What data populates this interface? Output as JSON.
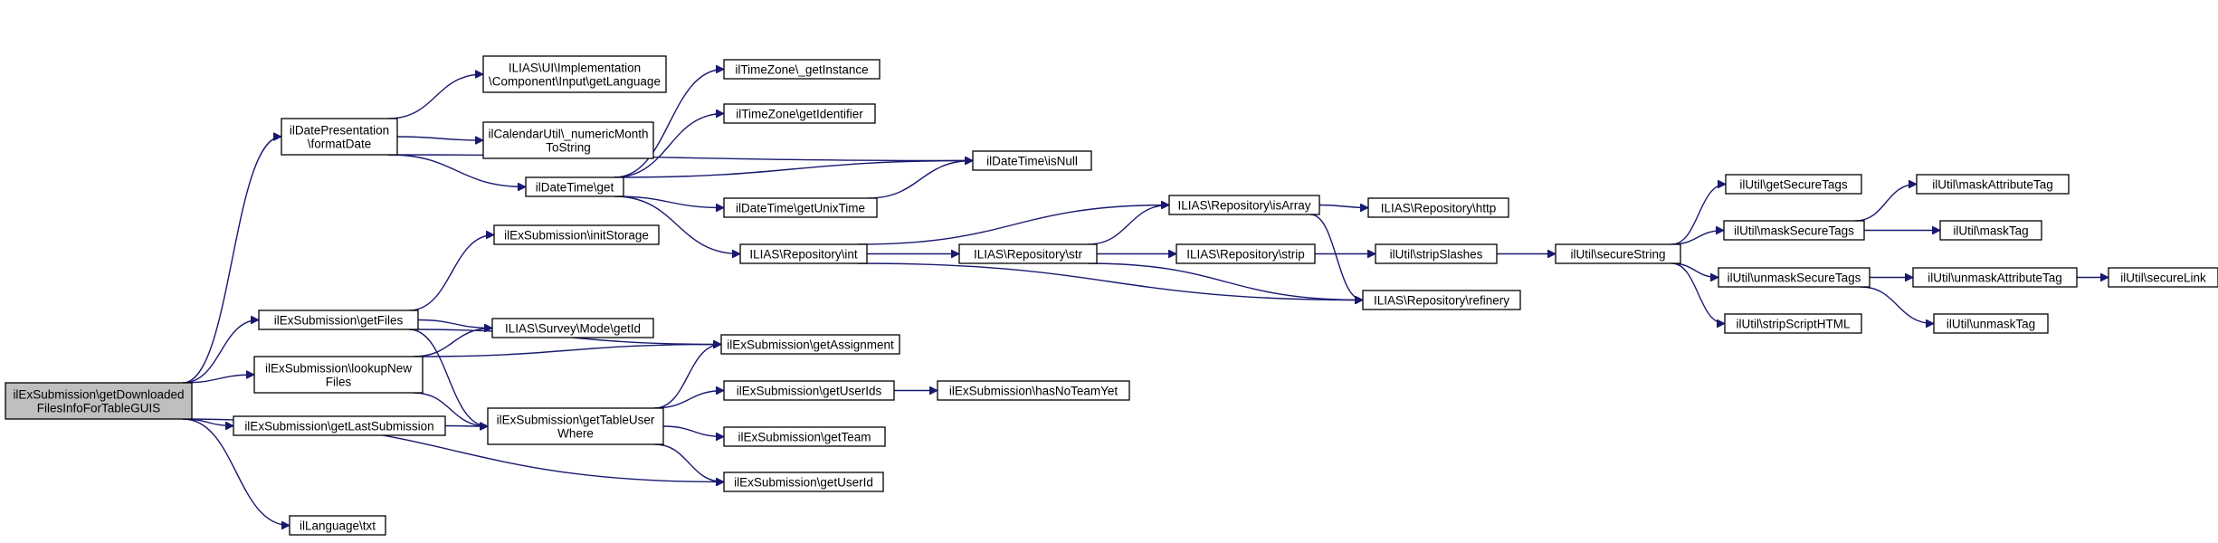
{
  "colors": {
    "edge": "#191970",
    "root_fill": "#bfbfbf",
    "node_fill": "#ffffff",
    "border": "#000000"
  },
  "nodes": [
    {
      "id": "root",
      "lines": [
        "ilExSubmission\\getDownloaded",
        "FilesInfoForTableGUIS"
      ],
      "highlighted": true
    },
    {
      "id": "formatDate",
      "lines": [
        "ilDatePresentation",
        "\\formatDate"
      ]
    },
    {
      "id": "getLanguage",
      "lines": [
        "ILIAS\\UI\\Implementation",
        "\\Component\\Input\\getLanguage"
      ]
    },
    {
      "id": "numericMonth",
      "lines": [
        "ilCalendarUtil\\_numericMonth",
        "ToString"
      ]
    },
    {
      "id": "dtGet",
      "lines": [
        "ilDateTime\\get"
      ]
    },
    {
      "id": "tzGetInstance",
      "lines": [
        "ilTimeZone\\_getInstance"
      ]
    },
    {
      "id": "tzGetIdentifier",
      "lines": [
        "ilTimeZone\\getIdentifier"
      ]
    },
    {
      "id": "dtIsNull",
      "lines": [
        "ilDateTime\\isNull"
      ]
    },
    {
      "id": "dtGetUnixTime",
      "lines": [
        "ilDateTime\\getUnixTime"
      ]
    },
    {
      "id": "repoInt",
      "lines": [
        "ILIAS\\Repository\\int"
      ]
    },
    {
      "id": "repoStr",
      "lines": [
        "ILIAS\\Repository\\str"
      ]
    },
    {
      "id": "repoIsArray",
      "lines": [
        "ILIAS\\Repository\\isArray"
      ]
    },
    {
      "id": "repoHttp",
      "lines": [
        "ILIAS\\Repository\\http"
      ]
    },
    {
      "id": "repoStrip",
      "lines": [
        "ILIAS\\Repository\\strip"
      ]
    },
    {
      "id": "repoRefinery",
      "lines": [
        "ILIAS\\Repository\\refinery"
      ]
    },
    {
      "id": "stripSlashes",
      "lines": [
        "ilUtil\\stripSlashes"
      ]
    },
    {
      "id": "secureString",
      "lines": [
        "ilUtil\\secureString"
      ]
    },
    {
      "id": "getSecureTags",
      "lines": [
        "ilUtil\\getSecureTags"
      ]
    },
    {
      "id": "maskSecureTags",
      "lines": [
        "ilUtil\\maskSecureTags"
      ]
    },
    {
      "id": "maskAttributeTag",
      "lines": [
        "ilUtil\\maskAttributeTag"
      ]
    },
    {
      "id": "maskTag",
      "lines": [
        "ilUtil\\maskTag"
      ]
    },
    {
      "id": "unmaskSecureTags",
      "lines": [
        "ilUtil\\unmaskSecureTags"
      ]
    },
    {
      "id": "unmaskAttributeTag",
      "lines": [
        "ilUtil\\unmaskAttributeTag"
      ]
    },
    {
      "id": "secureLink",
      "lines": [
        "ilUtil\\secureLink"
      ]
    },
    {
      "id": "unmaskTag",
      "lines": [
        "ilUtil\\unmaskTag"
      ]
    },
    {
      "id": "stripScriptHTML",
      "lines": [
        "ilUtil\\stripScriptHTML"
      ]
    },
    {
      "id": "initStorage",
      "lines": [
        "ilExSubmission\\initStorage"
      ]
    },
    {
      "id": "getFiles",
      "lines": [
        "ilExSubmission\\getFiles"
      ]
    },
    {
      "id": "surveyGetId",
      "lines": [
        "ILIAS\\Survey\\Mode\\getId"
      ]
    },
    {
      "id": "getAssignment",
      "lines": [
        "ilExSubmission\\getAssignment"
      ]
    },
    {
      "id": "lookupNewFiles",
      "lines": [
        "ilExSubmission\\lookupNew",
        "Files"
      ]
    },
    {
      "id": "getUserIds",
      "lines": [
        "ilExSubmission\\getUserIds"
      ]
    },
    {
      "id": "hasNoTeamYet",
      "lines": [
        "ilExSubmission\\hasNoTeamYet"
      ]
    },
    {
      "id": "getLastSubmission",
      "lines": [
        "ilExSubmission\\getLastSubmission"
      ]
    },
    {
      "id": "getTableUserWhere",
      "lines": [
        "ilExSubmission\\getTableUser",
        "Where"
      ]
    },
    {
      "id": "getTeam",
      "lines": [
        "ilExSubmission\\getTeam"
      ]
    },
    {
      "id": "getUserId",
      "lines": [
        "ilExSubmission\\getUserId"
      ]
    },
    {
      "id": "langTxt",
      "lines": [
        "ilLanguage\\txt"
      ]
    }
  ],
  "edges": [
    [
      "root",
      "formatDate"
    ],
    [
      "root",
      "getFiles"
    ],
    [
      "root",
      "lookupNewFiles"
    ],
    [
      "root",
      "getLastSubmission"
    ],
    [
      "root",
      "getUserId"
    ],
    [
      "root",
      "langTxt"
    ],
    [
      "formatDate",
      "getLanguage"
    ],
    [
      "formatDate",
      "numericMonth"
    ],
    [
      "formatDate",
      "dtGet"
    ],
    [
      "formatDate",
      "dtIsNull"
    ],
    [
      "dtGet",
      "tzGetInstance"
    ],
    [
      "dtGet",
      "tzGetIdentifier"
    ],
    [
      "dtGet",
      "dtIsNull"
    ],
    [
      "dtGet",
      "dtGetUnixTime"
    ],
    [
      "dtGet",
      "repoInt"
    ],
    [
      "dtGetUnixTime",
      "dtIsNull"
    ],
    [
      "repoInt",
      "repoIsArray"
    ],
    [
      "repoInt",
      "repoStr"
    ],
    [
      "repoInt",
      "repoRefinery"
    ],
    [
      "repoStr",
      "repoIsArray"
    ],
    [
      "repoStr",
      "repoStrip"
    ],
    [
      "repoStr",
      "repoRefinery"
    ],
    [
      "repoIsArray",
      "repoHttp"
    ],
    [
      "repoIsArray",
      "repoRefinery"
    ],
    [
      "repoStrip",
      "stripSlashes"
    ],
    [
      "stripSlashes",
      "secureString"
    ],
    [
      "secureString",
      "getSecureTags"
    ],
    [
      "secureString",
      "maskSecureTags"
    ],
    [
      "secureString",
      "unmaskSecureTags"
    ],
    [
      "secureString",
      "stripScriptHTML"
    ],
    [
      "maskSecureTags",
      "maskAttributeTag"
    ],
    [
      "maskSecureTags",
      "maskTag"
    ],
    [
      "unmaskSecureTags",
      "unmaskAttributeTag"
    ],
    [
      "unmaskSecureTags",
      "unmaskTag"
    ],
    [
      "unmaskAttributeTag",
      "secureLink"
    ],
    [
      "getFiles",
      "initStorage"
    ],
    [
      "getFiles",
      "surveyGetId"
    ],
    [
      "getFiles",
      "getAssignment"
    ],
    [
      "getFiles",
      "getTableUserWhere"
    ],
    [
      "lookupNewFiles",
      "surveyGetId"
    ],
    [
      "lookupNewFiles",
      "getAssignment"
    ],
    [
      "lookupNewFiles",
      "getTableUserWhere"
    ],
    [
      "getLastSubmission",
      "getTableUserWhere"
    ],
    [
      "getTableUserWhere",
      "getAssignment"
    ],
    [
      "getTableUserWhere",
      "getUserIds"
    ],
    [
      "getTableUserWhere",
      "getTeam"
    ],
    [
      "getTableUserWhere",
      "getUserId"
    ],
    [
      "getUserIds",
      "hasNoTeamYet"
    ]
  ]
}
